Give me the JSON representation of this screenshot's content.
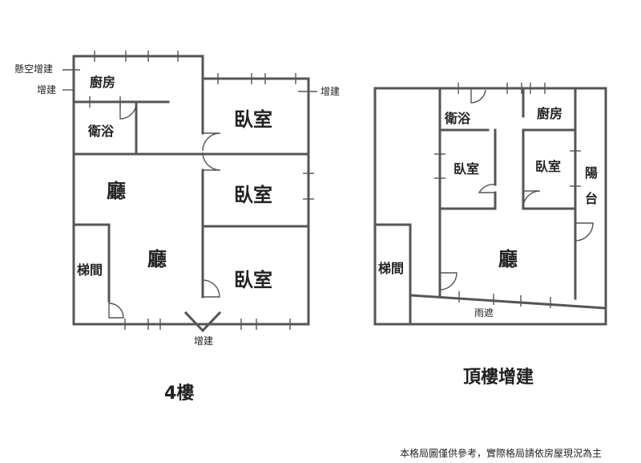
{
  "floor4": {
    "title": "4樓",
    "rooms": {
      "kitchen": "廚房",
      "bathroom": "衛浴",
      "bedroom_top": "臥室",
      "bedroom_mid": "臥室",
      "bedroom_bottom": "臥室",
      "living_upper": "廳",
      "living_lower": "廳",
      "stairs": "梯間"
    },
    "annotations": {
      "cantilever_extension": "懸空增建",
      "extension_left": "增建",
      "extension_right": "增建",
      "extension_bottom": "增建"
    }
  },
  "rooftop": {
    "title": "頂樓增建",
    "rooms": {
      "bathroom": "衛浴",
      "kitchen": "廚房",
      "bedroom_left": "臥室",
      "bedroom_right": "臥室",
      "balcony": "陽台",
      "living": "廳",
      "stairs": "梯間",
      "awning": "雨遮"
    }
  },
  "disclaimer": "本格局圖僅供參考，實際格局請依房屋現況為主",
  "colors": {
    "wall": "#555555",
    "text": "#222222"
  }
}
